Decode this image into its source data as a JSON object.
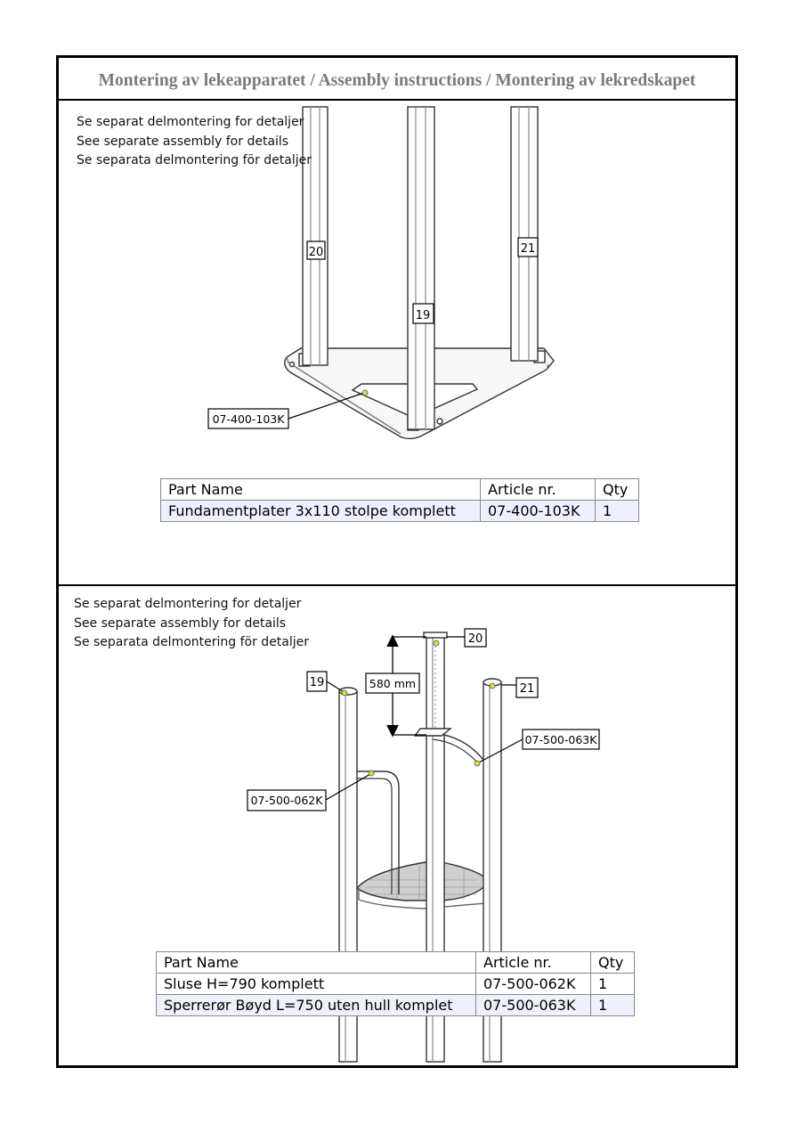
{
  "header": {
    "title": "Montering av lekeapparatet / Assembly instructions / Montering av lekredskapet"
  },
  "panel1": {
    "notes": [
      "Se separat delmontering for detaljer",
      "See separate assembly for details",
      "Se separata delmontering för detaljer"
    ],
    "callouts": {
      "post_left": "20",
      "post_right": "21",
      "post_center": "19",
      "base": "07-400-103K"
    },
    "table": {
      "headers": [
        "Part Name",
        "Article nr.",
        "Qty"
      ],
      "rows": [
        [
          "Fundamentplater 3x110 stolpe komplett",
          "07-400-103K",
          "1"
        ]
      ]
    }
  },
  "panel2": {
    "notes": [
      "Se separat delmontering for detaljer",
      "See separate assembly for details",
      "Se separata delmontering för detaljer"
    ],
    "callouts": {
      "post_top": "20",
      "post_left": "19",
      "post_right": "21",
      "dimension": "580 mm",
      "rail_left": "07-500-062K",
      "rail_right": "07-500-063K"
    },
    "table": {
      "headers": [
        "Part Name",
        "Article nr.",
        "Qty"
      ],
      "rows": [
        [
          "Sluse H=790 komplett",
          "07-500-062K",
          "1"
        ],
        [
          "Sperrerør Bøyd L=750 uten hull komplet",
          "07-500-063K",
          "1"
        ]
      ]
    }
  }
}
